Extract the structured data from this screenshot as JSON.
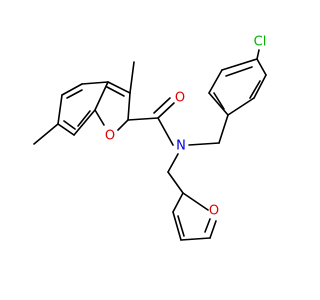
{
  "molecule": {
    "atoms": {
      "chlorine": {
        "symbol": "Cl",
        "color": "#00b400"
      },
      "carbonyl_oxygen": {
        "symbol": "O",
        "color": "#e00000"
      },
      "benzofuran_oxygen": {
        "symbol": "O",
        "color": "#e00000"
      },
      "amide_nitrogen": {
        "symbol": "N",
        "color": "#0000e0"
      },
      "furan_oxygen": {
        "symbol": "O",
        "color": "#e00000"
      }
    }
  }
}
